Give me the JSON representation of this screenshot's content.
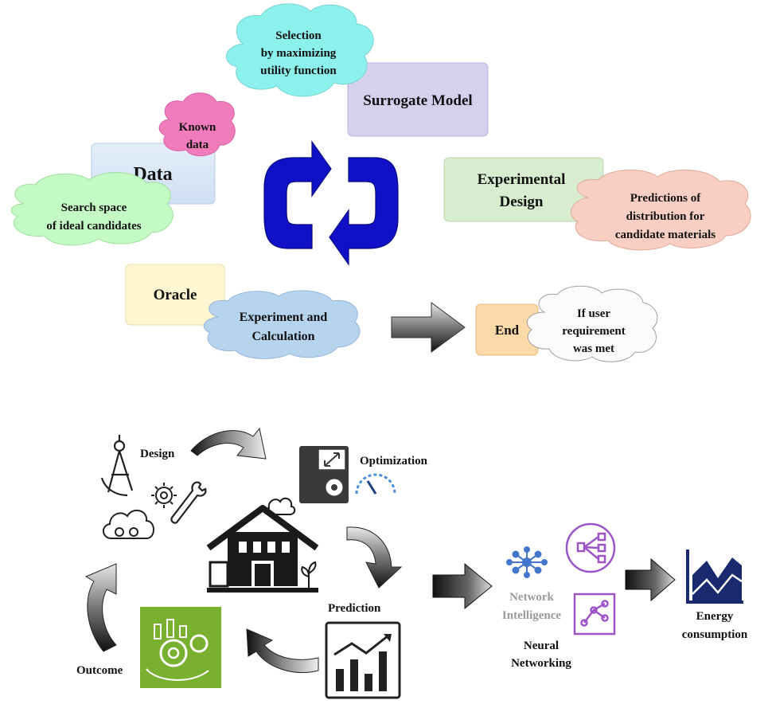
{
  "top_cycle": {
    "selection_cloud": {
      "lines": [
        "Selection",
        "by maximizing",
        "utility function"
      ]
    },
    "surrogate_box": {
      "label": "Surrogate Model"
    },
    "known_cloud": {
      "lines": [
        "Known",
        "data"
      ]
    },
    "data_box": {
      "label": "Data"
    },
    "search_cloud": {
      "lines": [
        "Search space",
        "of ideal candidates"
      ]
    },
    "experimental_box": {
      "lines": [
        "Experimental",
        "Design"
      ]
    },
    "predictions_cloud": {
      "lines": [
        "Predictions of",
        "distribution for",
        "candidate materials"
      ]
    },
    "oracle_box": {
      "label": "Oracle"
    },
    "experiment_cloud": {
      "lines": [
        "Experiment and",
        "Calculation"
      ]
    },
    "end_box": {
      "label": "End"
    },
    "user_cloud": {
      "lines": [
        "If user",
        "requirement",
        "was met"
      ]
    }
  },
  "bottom_cycle": {
    "design_label": "Design",
    "optimization_label": "Optimization",
    "prediction_label": "Prediction",
    "outcome_label": "Outcome",
    "network_intelligence": [
      "Network",
      "Intelligence"
    ],
    "neural_networking": [
      "Neural",
      "Networking"
    ],
    "energy_consumption": [
      "Energy",
      "consumption"
    ]
  },
  "colors": {
    "blue_arrow": "#1010c8",
    "selection_cloud": "#8cf0ec",
    "surrogate_box": "#d4d0ee",
    "known_cloud": "#f07cbc",
    "data_box": "#dbe8f7",
    "search_cloud": "#c4fac4",
    "experimental_box": "#d8edcf",
    "predictions_cloud": "#f9cfc4",
    "oracle_box": "#fff6d2",
    "experiment_cloud": "#b7d4ef",
    "end_box": "#fbd9a8",
    "user_cloud": "#fbfbfb",
    "outcome_green": "#7ab030",
    "purple_icon": "#9c55c8",
    "network_blue": "#4477cc",
    "energy_navy": "#1a2a6e"
  }
}
